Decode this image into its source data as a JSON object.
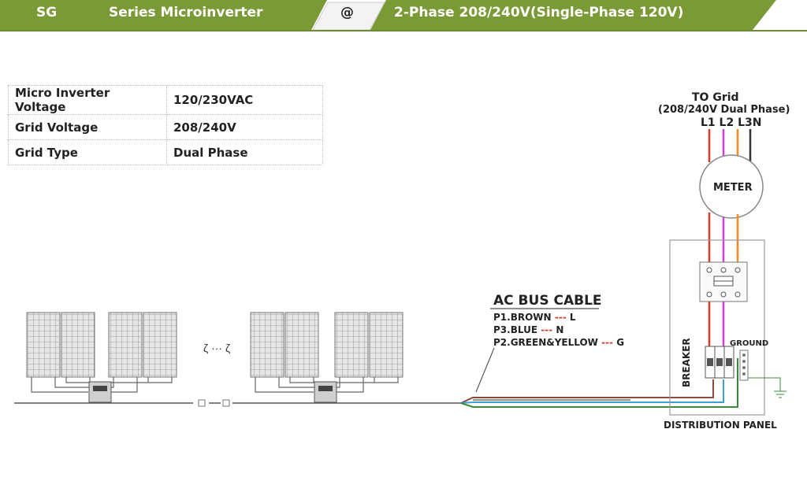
{
  "header": {
    "brand": "SG",
    "series": "Series Microinverter",
    "at": "@",
    "phase": "2-Phase 208/240V(Single-Phase 120V)",
    "colors": {
      "band": "#7a9a36",
      "accent": "#ffffff"
    }
  },
  "specs": [
    {
      "key": "Micro Inverter Voltage",
      "value": "120/230VAC"
    },
    {
      "key": "Grid  Voltage",
      "value": "208/240V"
    },
    {
      "key": "Grid Type",
      "value": "Dual Phase"
    }
  ],
  "grid": {
    "title": "TO Grid",
    "subtitle": "(208/240V Dual Phase)",
    "phase_labels": "L1 L2 L3N",
    "meter_label": "METER"
  },
  "panel": {
    "breaker_label": "BREAKER",
    "ground_label": "GROUND",
    "distribution_label": "DISTRIBUTION PANEL"
  },
  "cable": {
    "title": "AC BUS CABLE",
    "lines": [
      {
        "id": "P1.BROWN",
        "sep": " --- ",
        "code": "L"
      },
      {
        "id": "P3.BLUE",
        "sep": " --- ",
        "code": "N"
      },
      {
        "id": "P2.GREEN&YELLOW",
        "sep": " --- ",
        "code": "G"
      }
    ]
  },
  "array": {
    "ellipsis": "ζ ··· ζ"
  },
  "wire_colors": {
    "L1": "#d63b2b",
    "L2": "#d23fd8",
    "L3": "#f08a24",
    "N": "#333333",
    "brown": "#8a4a3a",
    "blue": "#3aa0d8",
    "green": "#3a8a3a"
  }
}
